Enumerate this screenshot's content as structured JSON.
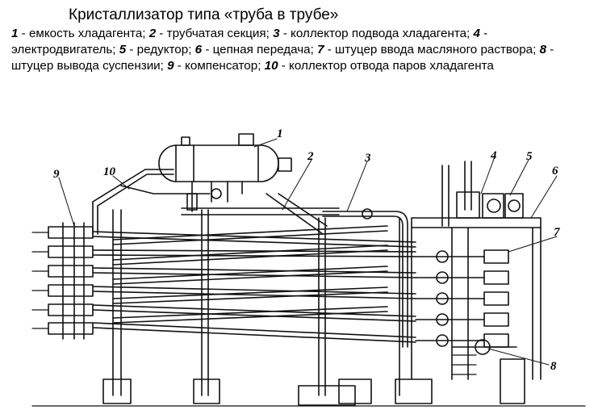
{
  "title": "Кристаллизатор типа «труба в трубе»",
  "caption": [
    {
      "n": "1",
      "text": " - емкость хладагента; "
    },
    {
      "n": "2",
      "text": " - трубчатая секция; "
    },
    {
      "n": "3",
      "text": " - коллектор подвода хладагента; "
    },
    {
      "n": "4",
      "text": " - электродвигатель; "
    },
    {
      "n": "5",
      "text": " - редуктор; "
    },
    {
      "n": "6",
      "text": " - цепная передача; "
    },
    {
      "n": "7",
      "text": " - штуцер ввода масляного раствора; "
    },
    {
      "n": "8",
      "text": " - штуцер вывода суспензии; "
    },
    {
      "n": "9",
      "text": " - компенсатор; "
    },
    {
      "n": "10",
      "text": " - коллектор отвода паров хладагента"
    }
  ],
  "callouts": [
    "1",
    "2",
    "3",
    "4",
    "5",
    "6",
    "7",
    "8",
    "9",
    "10"
  ]
}
